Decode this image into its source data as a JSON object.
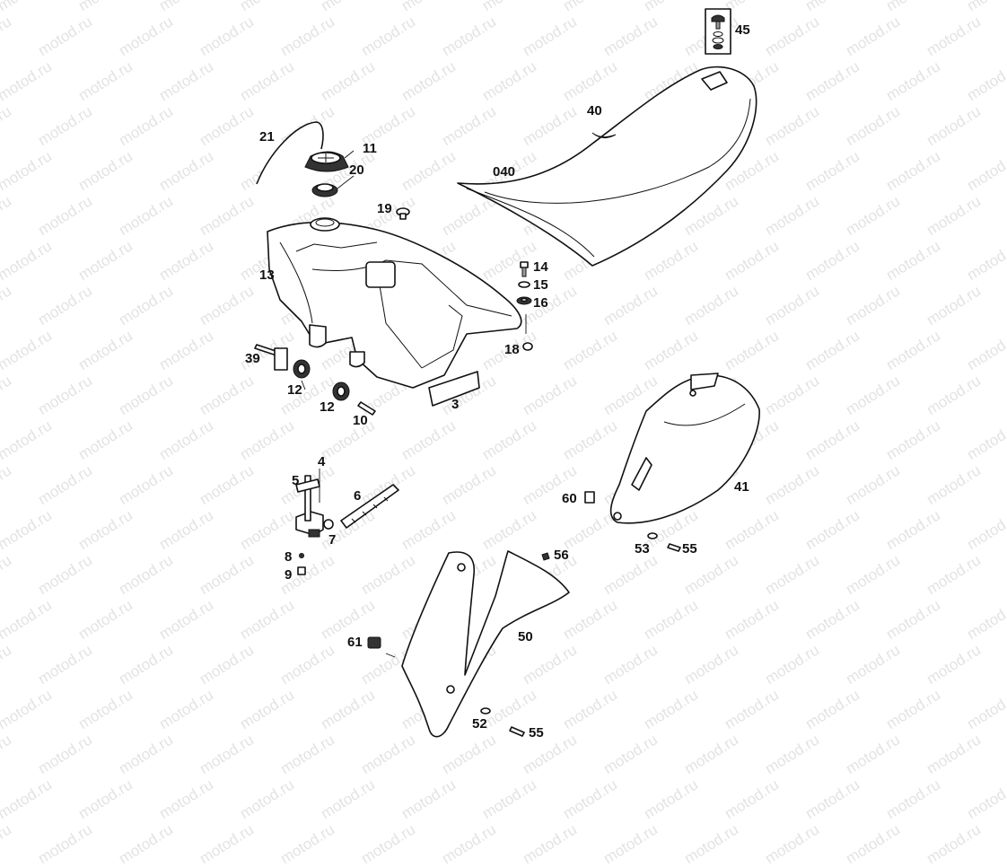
{
  "watermark": {
    "text": "motod.ru",
    "color": "#e3e3e3"
  },
  "callouts": [
    {
      "id": "45",
      "text": "45"
    },
    {
      "id": "40",
      "text": "40"
    },
    {
      "id": "040",
      "text": "040"
    },
    {
      "id": "21",
      "text": "21"
    },
    {
      "id": "11",
      "text": "11"
    },
    {
      "id": "20",
      "text": "20"
    },
    {
      "id": "19",
      "text": "19"
    },
    {
      "id": "13",
      "text": "13"
    },
    {
      "id": "14",
      "text": "14"
    },
    {
      "id": "15",
      "text": "15"
    },
    {
      "id": "16",
      "text": "16"
    },
    {
      "id": "18",
      "text": "18"
    },
    {
      "id": "39",
      "text": "39"
    },
    {
      "id": "12a",
      "text": "12"
    },
    {
      "id": "12b",
      "text": "12"
    },
    {
      "id": "10",
      "text": "10"
    },
    {
      "id": "3",
      "text": "3"
    },
    {
      "id": "4",
      "text": "4"
    },
    {
      "id": "5",
      "text": "5"
    },
    {
      "id": "6",
      "text": "6"
    },
    {
      "id": "7",
      "text": "7"
    },
    {
      "id": "8",
      "text": "8"
    },
    {
      "id": "9",
      "text": "9"
    },
    {
      "id": "60",
      "text": "60"
    },
    {
      "id": "41",
      "text": "41"
    },
    {
      "id": "53",
      "text": "53"
    },
    {
      "id": "55a",
      "text": "55"
    },
    {
      "id": "56",
      "text": "56"
    },
    {
      "id": "61",
      "text": "61"
    },
    {
      "id": "50",
      "text": "50"
    },
    {
      "id": "52",
      "text": "52"
    },
    {
      "id": "55b",
      "text": "55"
    }
  ]
}
